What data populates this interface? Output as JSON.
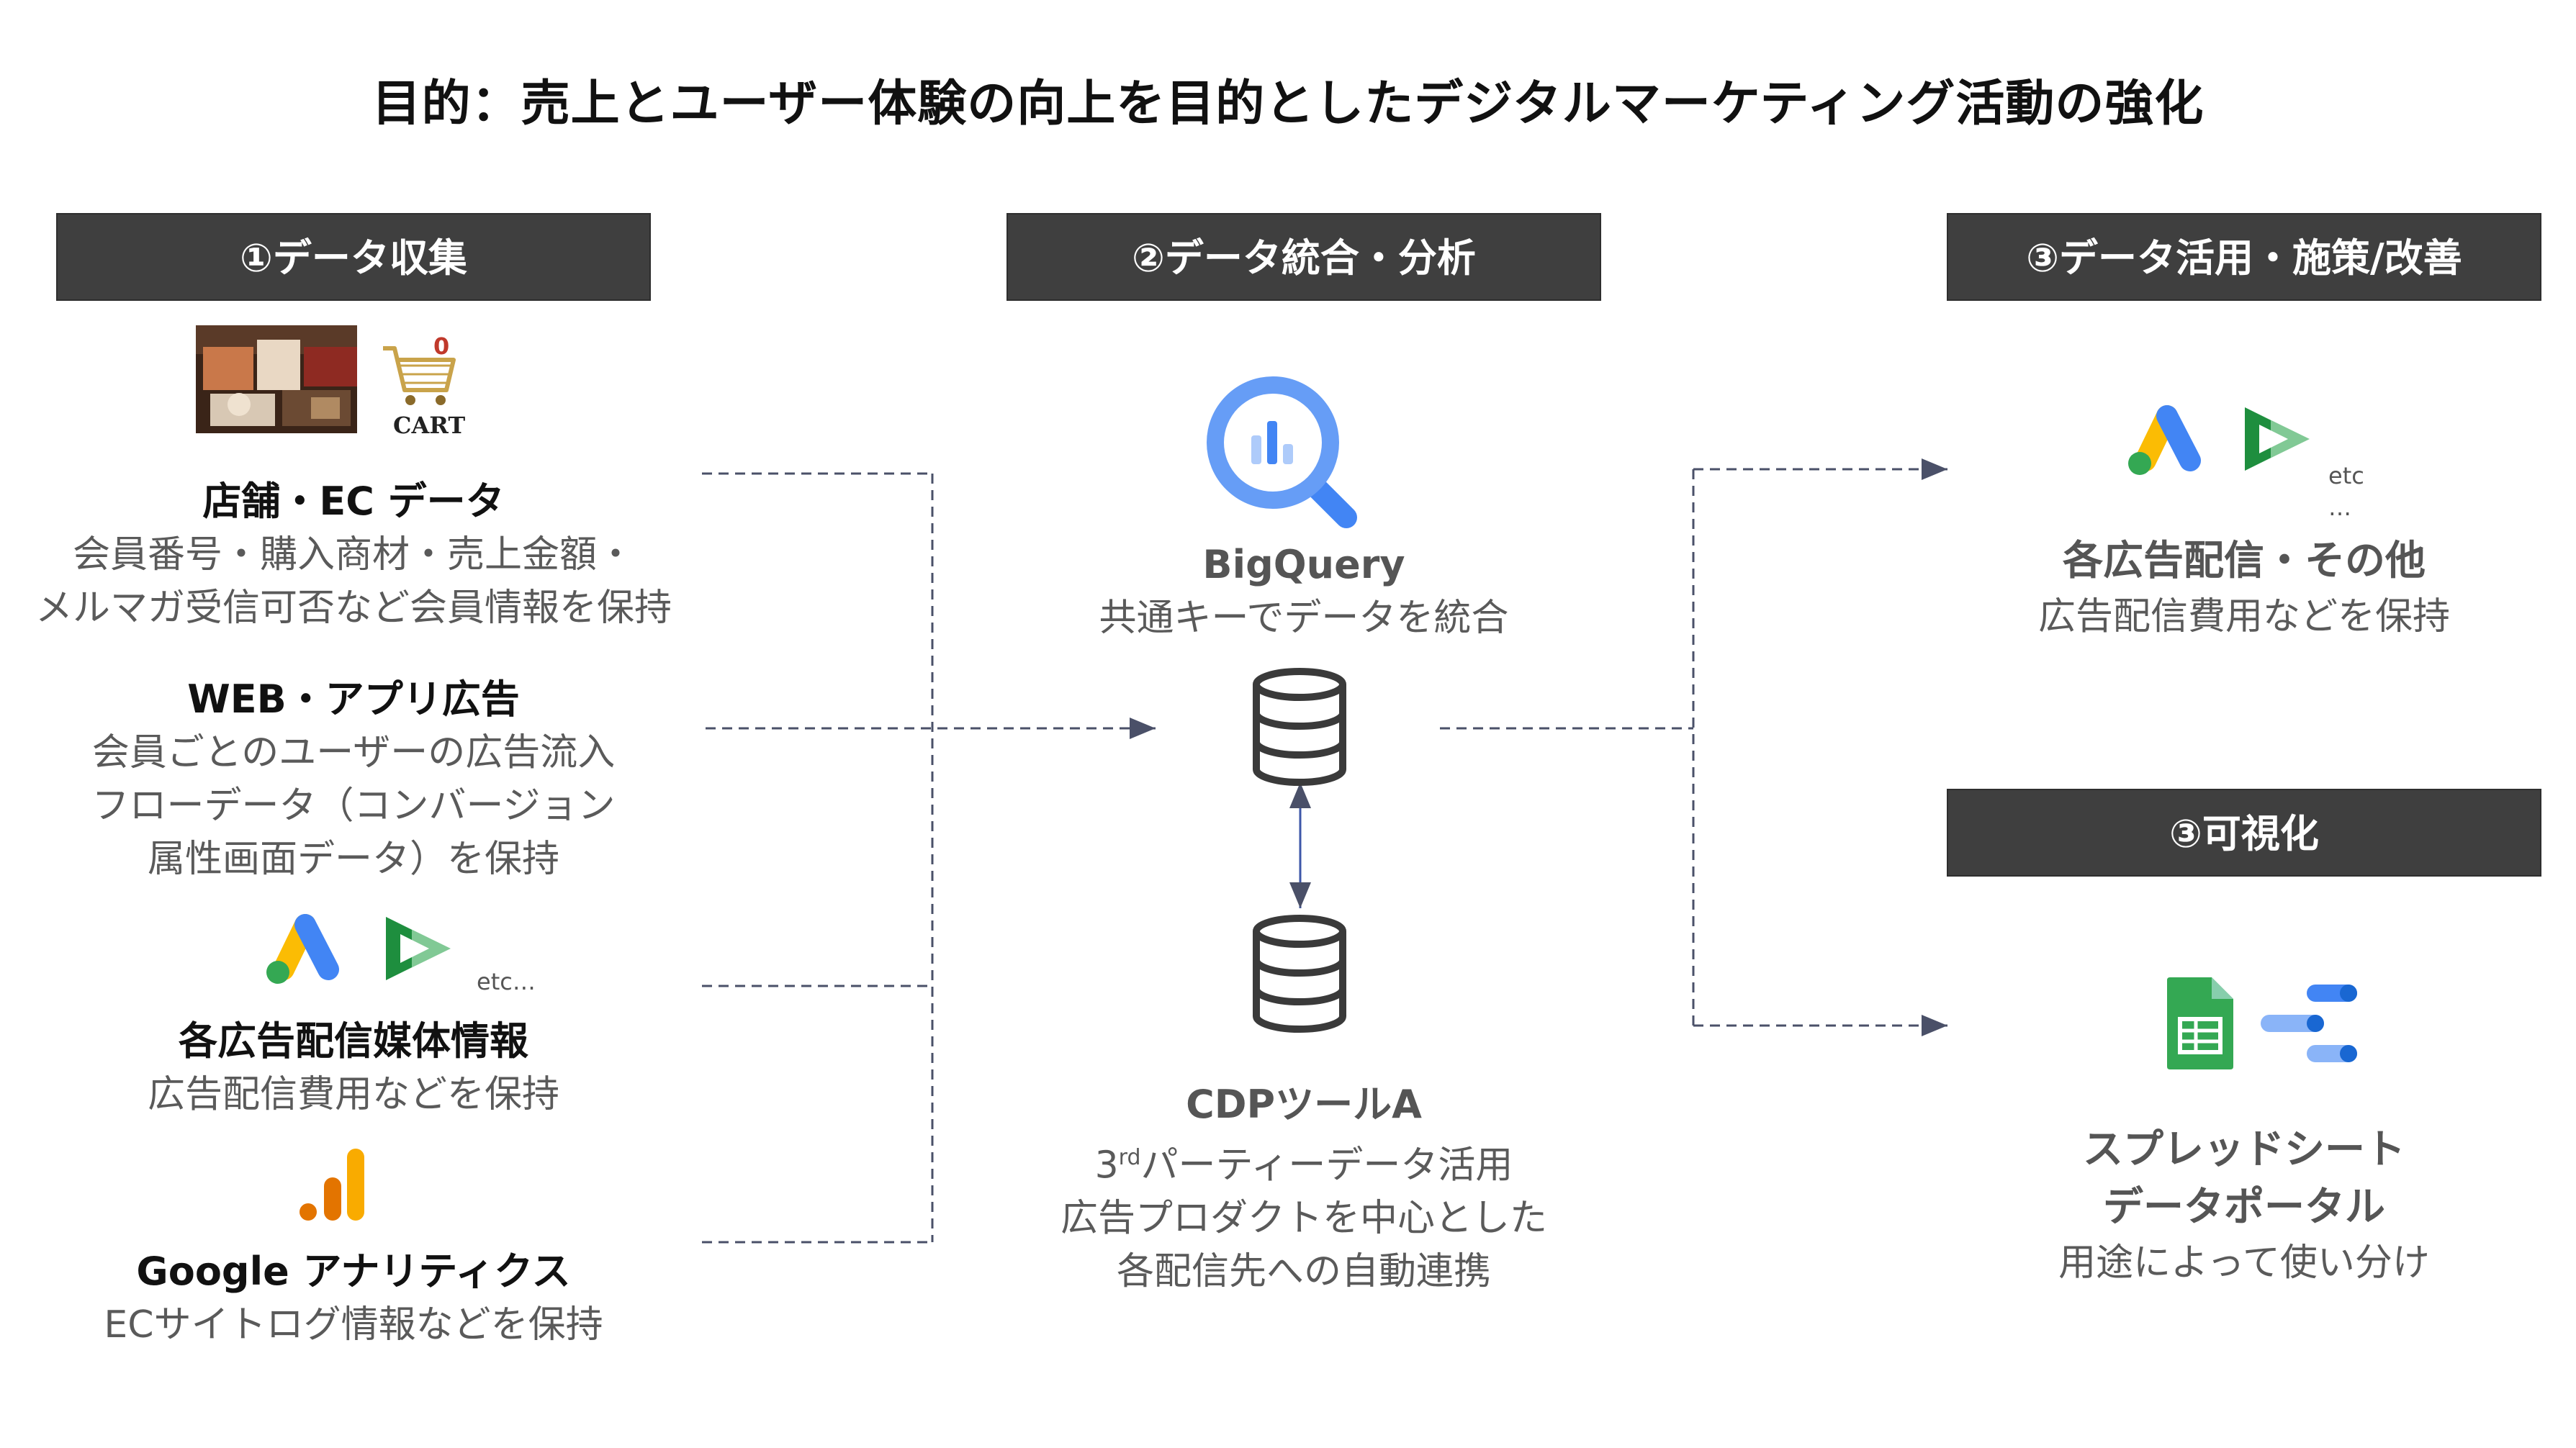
{
  "title": "目的：売上とユーザー体験の向上を目的としたデジタルマーケティング活動の強化",
  "columns": {
    "collect": {
      "header": "①データ収集",
      "cart_label": "CART",
      "cart_count": "0",
      "items": [
        {
          "heading": "店舗・EC データ",
          "desc": "会員番号・購入商材・売上金額・\nメルマガ受信可否など会員情報を保持"
        },
        {
          "heading": "WEB・アプリ広告",
          "desc": "会員ごとのユーザーの広告流入\nフローデータ（コンバージョン\n属性画面データ）を保持"
        },
        {
          "heading": "各広告配信媒体情報",
          "desc": "広告配信費用などを保持",
          "etc": "etc…"
        },
        {
          "heading": "Google アナリティクス",
          "desc": "ECサイトログ情報などを保持"
        }
      ]
    },
    "integrate": {
      "header": "②データ統合・分析",
      "bigquery": {
        "heading": "BigQuery",
        "desc": "共通キーでデータを統合"
      },
      "cdp": {
        "heading": "CDPツールA",
        "desc_sup_num": "3",
        "desc_sup": "rd",
        "desc_line1_rest": "パーティーデータ活用",
        "desc_rest": "広告プロダクトを中心とした\n各配信先への自動連携"
      }
    },
    "utilize": {
      "header": "③データ活用・施策/改善",
      "ads": {
        "heading": "各広告配信・その他",
        "desc": "広告配信費用などを保持",
        "etc": "etc",
        "etc_dots": "…"
      }
    },
    "visualize": {
      "header": "③可視化",
      "heading_line1": "スプレッドシート",
      "heading_line2": "データポータル",
      "desc": "用途によって使い分け"
    }
  },
  "colors": {
    "header_bg": "#3f3f3f",
    "google_blue": "#4285F4",
    "google_yellow": "#FBBC04",
    "google_green": "#34A853",
    "analytics_orange": "#F9AB00",
    "line_gray": "#4a5068"
  }
}
